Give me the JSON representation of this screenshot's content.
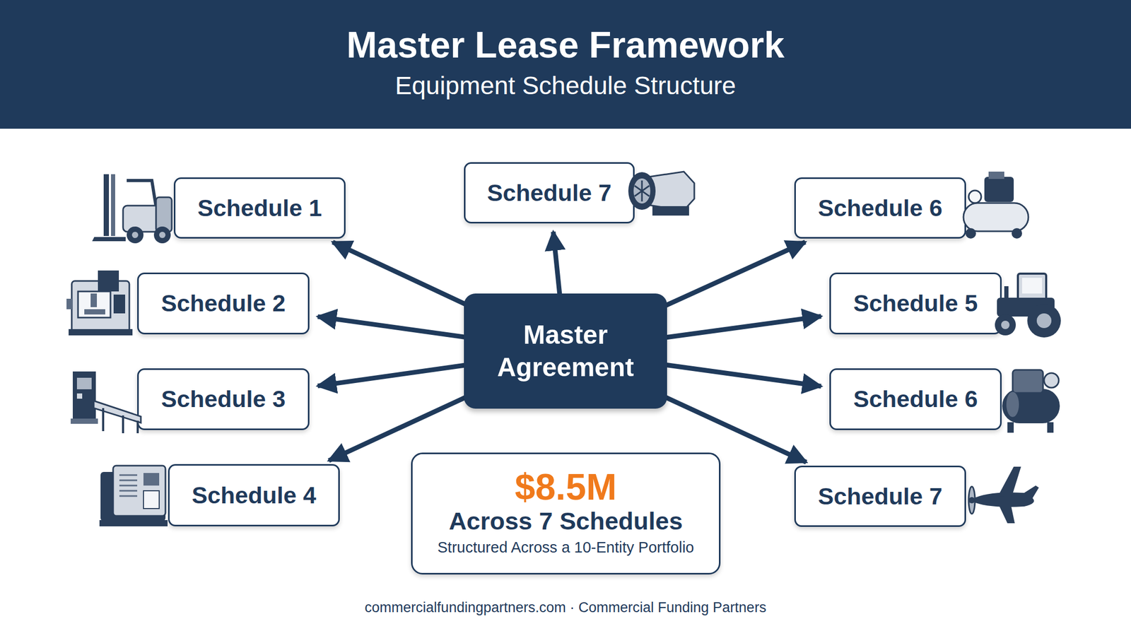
{
  "diagram": {
    "title": "Master Lease Framework",
    "caption": "commercialfundingpartners.com · Commercial Funding Partners",
    "nodes": [
      {
        "text": [
          "Schedule 1"
        ]
      },
      {
        "text": [
          "Schedule 7"
        ]
      },
      {
        "text": [
          "Schedule 6"
        ]
      },
      {
        "text": [
          "Schedule 2"
        ]
      },
      {
        "text": [
          "Master Agreement"
        ]
      },
      {
        "text": [
          "Schedule 5"
        ]
      },
      {
        "text": [
          "Schedule 3"
        ]
      },
      {
        "text": [
          "Schedule 6"
        ]
      },
      {
        "text": [
          "Schedule 4"
        ]
      },
      {
        "text": [
          "$8.5M",
          "Across 7 Schedules",
          "Structured Across a 10-Entity Portfolio"
        ]
      },
      {
        "text": [
          "Schedule 7"
        ]
      }
    ],
    "edges": [
      {
        "from": 4,
        "to": 0,
        "arrow": "to"
      },
      {
        "from": 4,
        "to": 1,
        "arrow": "to"
      },
      {
        "from": 4,
        "to": 2,
        "arrow": "to"
      },
      {
        "from": 4,
        "to": 3,
        "arrow": "to"
      },
      {
        "from": 4,
        "to": 5,
        "arrow": "to"
      },
      {
        "from": 4,
        "to": 6,
        "arrow": "to"
      },
      {
        "from": 4,
        "to": 7,
        "arrow": "to"
      },
      {
        "from": 4,
        "to": 8,
        "arrow": "to"
      },
      {
        "from": 4,
        "to": 10,
        "arrow": "to"
      }
    ],
    "labels": [
      "Equipment Schedule Structure"
    ]
  }
}
